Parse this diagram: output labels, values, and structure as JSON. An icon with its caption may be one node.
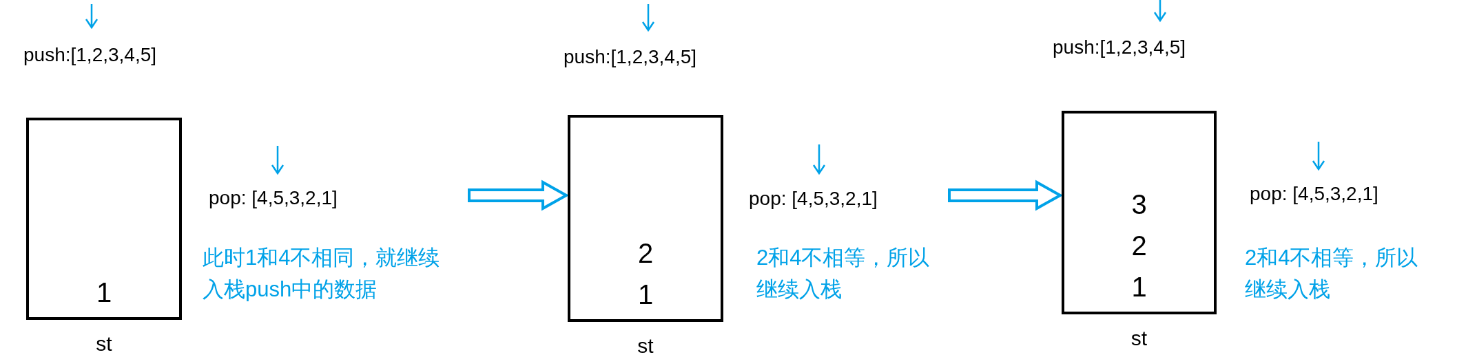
{
  "diagram": {
    "nodes": [
      {
        "text": [
          "1"
        ],
        "beside": [
          "st"
        ]
      },
      {
        "text": [
          "2",
          "1"
        ],
        "beside": [
          "st"
        ]
      },
      {
        "text": [
          "3",
          "2",
          "1"
        ],
        "beside": [
          "st"
        ]
      }
    ],
    "edges": [
      {
        "from": null,
        "to": 1,
        "arrow": "to"
      },
      {
        "from": null,
        "to": 2,
        "arrow": "to"
      }
    ],
    "labels": [
      "push:[1,2,3,4,5]",
      "pop: [4,5,3,2,1]",
      "此时1和4不相同，就继续入栈push中的数据",
      "push:[1,2,3,4,5]",
      "pop: [4,5,3,2,1]",
      "2和4不相等，所以继续入栈",
      "push:[1,2,3,4,5]",
      "pop: [4,5,3,2,1]",
      "2和4不相等，所以继续入栈"
    ]
  }
}
